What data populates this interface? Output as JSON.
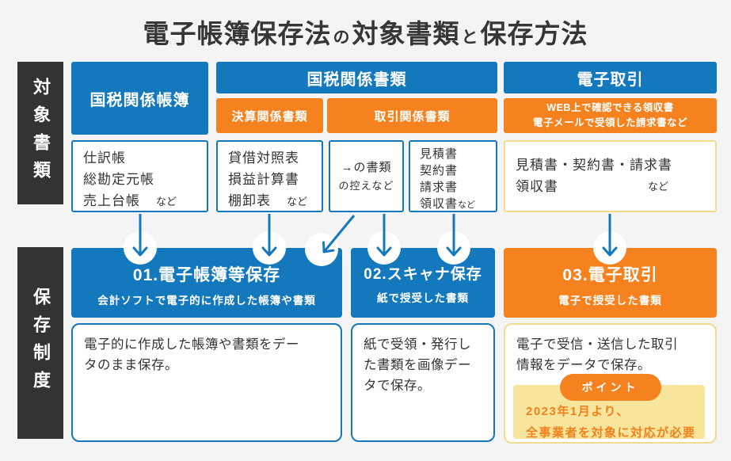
{
  "title": {
    "p1": "電子帳簿保存法",
    "p2": "の",
    "p3": "対象書類",
    "p4": "と",
    "p5": "保存方法"
  },
  "sidebar": {
    "documents_label": "対象書類",
    "system_label": "保存制度"
  },
  "categories": {
    "books_header": "国税関係帳簿",
    "documents_header": "国税関係書類",
    "settlement_sub": "決算関係書類",
    "transaction_sub": "取引関係書類",
    "etransaction_header": "電子取引",
    "etransaction_sub_line1": "WEB上で確認できる領収書",
    "etransaction_sub_line2": "電子メールで受領した請求書など"
  },
  "doc_boxes": {
    "books": {
      "lines": [
        "仕訳帳",
        "総勘定元帳",
        "売上台帳"
      ],
      "etc": "など"
    },
    "settlement": {
      "lines": [
        "貸借対照表",
        "損益計算書",
        "棚卸表"
      ],
      "etc": "など"
    },
    "copies": {
      "line1": "→の書類",
      "line2": "の控えなど"
    },
    "transaction": {
      "lines": [
        "見積書",
        "契約書",
        "請求書",
        "領収書"
      ],
      "etc": "など"
    },
    "etransaction": {
      "line1": "見積書・契約書・請求書",
      "line2": "領収書",
      "etc": "など"
    }
  },
  "methods": {
    "m1": {
      "title": "01.電子帳簿等保存",
      "subtitle": "会計ソフトで電子的に作成した帳簿や書類",
      "description": "電子的に作成した帳簿や書類をデータのまま保存。"
    },
    "m2": {
      "title": "02.スキャナ保存",
      "subtitle": "紙で授受した書類",
      "description": "紙で受領・発行した書類を画像データで保存。"
    },
    "m3": {
      "title": "03.電子取引",
      "subtitle": "電子で授受した書類",
      "description": "電子で受信・送信した取引情報をデータで保存。",
      "point": {
        "badge": "ポイント",
        "line1": "2023年1月より、",
        "line2": "全事業者を対象に対応が必要"
      }
    }
  },
  "colors": {
    "blue": "#1478bd",
    "orange": "#f6821f",
    "dark_bar": "#333333",
    "background": "#f4f4f4",
    "yellow_border": "#f0dc8e",
    "yellow_fill": "#f7e59c",
    "point_text": "#f0811e"
  }
}
